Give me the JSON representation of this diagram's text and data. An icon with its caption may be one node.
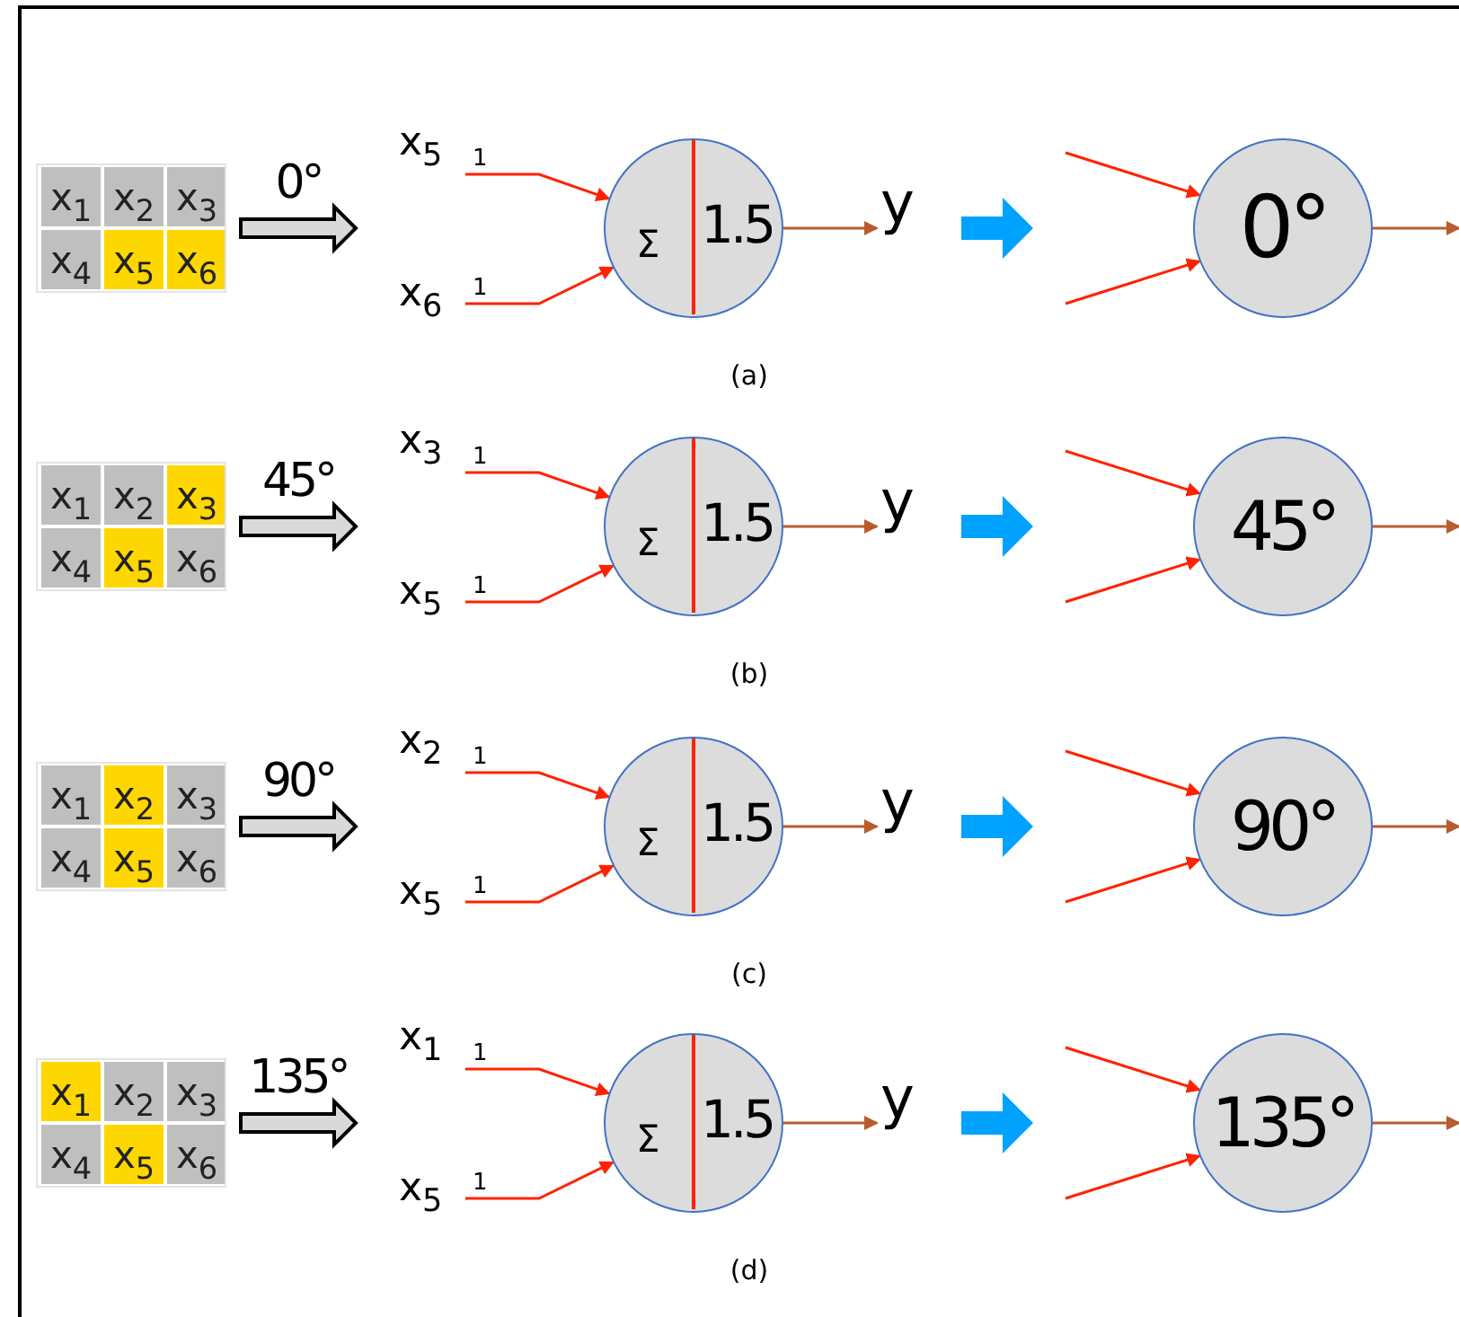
{
  "diagram": {
    "nodes": [
      {
        "text": [],
        "shape": "box"
      },
      {
        "text": [
          "x$_{1}$"
        ],
        "in": 0
      },
      {
        "text": [
          "x$_{2}$"
        ],
        "in": 0
      },
      {
        "text": [
          "x$_{3}$"
        ],
        "in": 0
      },
      {
        "text": [
          "x$_{4}$"
        ],
        "in": 0
      },
      {
        "text": [
          "x$_{5}$"
        ],
        "in": 0
      },
      {
        "text": [
          "x$_{6}$"
        ],
        "in": 0
      },
      {
        "text": [
          "x$_{5}$"
        ]
      },
      {
        "text": [
          "x$_{6}$"
        ]
      },
      {
        "text": [
          "Σ",
          "1.5"
        ]
      },
      {
        "text": [
          "y"
        ]
      },
      {
        "text": [
          "0°"
        ]
      },
      {
        "text": [],
        "shape": "box"
      },
      {
        "text": [
          "x$_{1}$"
        ],
        "in": 12
      },
      {
        "text": [
          "x$_{2}$"
        ],
        "in": 12
      },
      {
        "text": [
          "x$_{3}$"
        ],
        "in": 12
      },
      {
        "text": [
          "x$_{4}$"
        ],
        "in": 12
      },
      {
        "text": [
          "x$_{5}$"
        ],
        "in": 12
      },
      {
        "text": [
          "x$_{6}$"
        ],
        "in": 12
      },
      {
        "text": [
          "x$_{3}$"
        ]
      },
      {
        "text": [
          "x$_{5}$"
        ]
      },
      {
        "text": [
          "Σ",
          "1.5"
        ]
      },
      {
        "text": [
          "y"
        ]
      },
      {
        "text": [
          "45°"
        ]
      },
      {
        "text": [],
        "shape": "box"
      },
      {
        "text": [
          "x$_{1}$"
        ],
        "in": 24
      },
      {
        "text": [
          "x$_{2}$"
        ],
        "in": 24
      },
      {
        "text": [
          "x$_{3}$"
        ],
        "in": 24
      },
      {
        "text": [
          "x$_{4}$"
        ],
        "in": 24
      },
      {
        "text": [
          "x$_{5}$"
        ],
        "in": 24
      },
      {
        "text": [
          "x$_{6}$"
        ],
        "in": 24
      },
      {
        "text": [
          "x$_{2}$"
        ]
      },
      {
        "text": [
          "x$_{5}$"
        ]
      },
      {
        "text": [
          "Σ",
          "1.5"
        ]
      },
      {
        "text": [
          "y"
        ]
      },
      {
        "text": [
          "90°"
        ]
      },
      {
        "text": [],
        "shape": "box"
      },
      {
        "text": [
          "x$_{1}$"
        ],
        "in": 36
      },
      {
        "text": [
          "x$_{2}$"
        ],
        "in": 36
      },
      {
        "text": [
          "x$_{3}$"
        ],
        "in": 36
      },
      {
        "text": [
          "x$_{4}$"
        ],
        "in": 36
      },
      {
        "text": [
          "x$_{5}$"
        ],
        "in": 36
      },
      {
        "text": [
          "x$_{6}$"
        ],
        "in": 36
      },
      {
        "text": [
          "x$_{1}$"
        ]
      },
      {
        "text": [
          "x$_{5}$"
        ]
      },
      {
        "text": [
          "Σ",
          "1.5"
        ]
      },
      {
        "text": [
          "y"
        ]
      },
      {
        "text": [
          "135°"
        ]
      }
    ],
    "edges": [
      {
        "from": 0,
        "to": null,
        "arrow": "to",
        "label": "0°",
        "style": "thick",
        "color": "#d9d9d9"
      },
      {
        "from": 7,
        "to": 9,
        "arrow": "to",
        "label": "1"
      },
      {
        "from": 8,
        "to": 9,
        "arrow": "to",
        "label": "1"
      },
      {
        "from": 9,
        "to": 10,
        "arrow": "to",
        "color": "#b85c2e"
      },
      {
        "from": 10,
        "to": null,
        "arrow": "to",
        "style": "thick",
        "color": "#00a2ff"
      },
      {
        "from": null,
        "to": 11,
        "arrow": "to"
      },
      {
        "from": null,
        "to": 11,
        "arrow": "to"
      },
      {
        "from": 11,
        "to": null,
        "arrow": "to",
        "color": "#b85c2e"
      },
      {
        "from": 12,
        "to": null,
        "arrow": "to",
        "label": "45°",
        "style": "thick",
        "color": "#d9d9d9"
      },
      {
        "from": 19,
        "to": 21,
        "arrow": "to",
        "label": "1"
      },
      {
        "from": 20,
        "to": 21,
        "arrow": "to",
        "label": "1"
      },
      {
        "from": 21,
        "to": 22,
        "arrow": "to",
        "color": "#b85c2e"
      },
      {
        "from": 22,
        "to": null,
        "arrow": "to",
        "style": "thick",
        "color": "#00a2ff"
      },
      {
        "from": null,
        "to": 23,
        "arrow": "to"
      },
      {
        "from": null,
        "to": 23,
        "arrow": "to"
      },
      {
        "from": 23,
        "to": null,
        "arrow": "to",
        "color": "#b85c2e"
      },
      {
        "from": 24,
        "to": null,
        "arrow": "to",
        "label": "90°",
        "style": "thick",
        "color": "#d9d9d9"
      },
      {
        "from": 31,
        "to": 33,
        "arrow": "to",
        "label": "1"
      },
      {
        "from": 32,
        "to": 33,
        "arrow": "to",
        "label": "1"
      },
      {
        "from": 33,
        "to": 34,
        "arrow": "to",
        "color": "#b85c2e"
      },
      {
        "from": 34,
        "to": null,
        "arrow": "to",
        "style": "thick",
        "color": "#00a2ff"
      },
      {
        "from": null,
        "to": 35,
        "arrow": "to"
      },
      {
        "from": null,
        "to": 35,
        "arrow": "to"
      },
      {
        "from": 35,
        "to": null,
        "arrow": "to",
        "color": "#b85c2e"
      },
      {
        "from": 36,
        "to": null,
        "arrow": "to",
        "label": "135°",
        "style": "thick",
        "color": "#d9d9d9"
      },
      {
        "from": 43,
        "to": 45,
        "arrow": "to",
        "label": "1"
      },
      {
        "from": 44,
        "to": 45,
        "arrow": "to",
        "label": "1"
      },
      {
        "from": 45,
        "to": 46,
        "arrow": "to",
        "color": "#b85c2e"
      },
      {
        "from": 46,
        "to": null,
        "arrow": "to",
        "style": "thick",
        "color": "#00a2ff"
      },
      {
        "from": null,
        "to": 47,
        "arrow": "to"
      },
      {
        "from": null,
        "to": 47,
        "arrow": "to"
      },
      {
        "from": 47,
        "to": null,
        "arrow": "to",
        "color": "#b85c2e"
      }
    ],
    "labels": [
      "(a)",
      "(b)",
      "(c)",
      "(d)"
    ]
  }
}
